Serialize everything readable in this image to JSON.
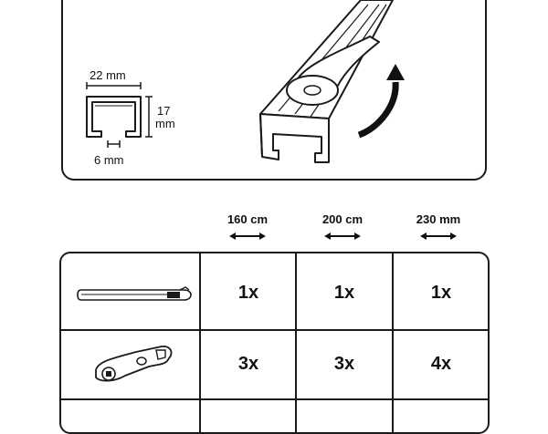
{
  "profile": {
    "width_label": "22 mm",
    "height_label_value": "17",
    "height_label_unit": "mm",
    "slot_label": "6 mm"
  },
  "columns": [
    {
      "label": "160 cm"
    },
    {
      "label": "200 cm"
    },
    {
      "label": "230 mm"
    }
  ],
  "rows": [
    {
      "part_icon": "rail-piece-icon",
      "quantities": [
        "1x",
        "1x",
        "1x"
      ]
    },
    {
      "part_icon": "glider-bracket-icon",
      "quantities": [
        "3x",
        "3x",
        "4x"
      ]
    }
  ],
  "colors": {
    "line": "#1a1a1a",
    "text": "#111111",
    "background": "#ffffff"
  }
}
